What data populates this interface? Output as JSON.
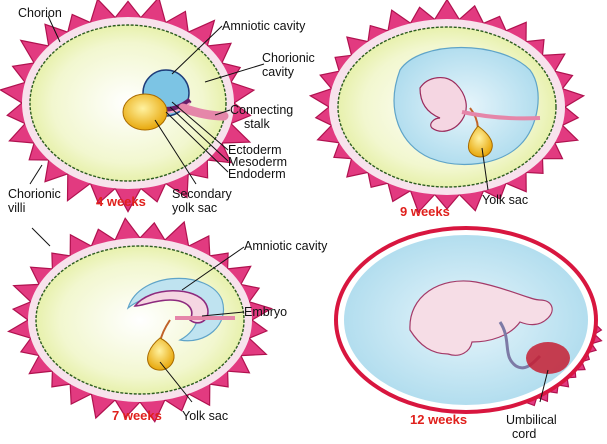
{
  "labels": {
    "chorion": "Chorion",
    "amniotic_cavity_top": "Amniotic cavity",
    "chorionic_cavity_1": "Chorionic",
    "chorionic_cavity_2": "cavity",
    "connecting_stalk_1": "Connecting",
    "connecting_stalk_2": "stalk",
    "ectoderm": "Ectoderm",
    "mesoderm": "Mesoderm",
    "endoderm": "Endoderm",
    "chorionic_villi_1": "Chorionic",
    "chorionic_villi_2": "villi",
    "secondary_yolk_sac_1": "Secondary",
    "secondary_yolk_sac_2": "yolk sac",
    "yolk_sac_9": "Yolk sac",
    "amniotic_cavity_bottom": "Amniotic cavity",
    "embryo": "Embryo",
    "yolk_sac_7": "Yolk sac",
    "umbilical_cord_1": "Umbilical",
    "umbilical_cord_2": "cord"
  },
  "stages": {
    "week4": "4 weeks",
    "week9": "9 weeks",
    "week7": "7 weeks",
    "week12": "12 weeks"
  },
  "colors": {
    "villi_pink": "#e8307a",
    "chorion_cavity": "#eef3c2",
    "amnion_blue": "#bfe3f0",
    "yolk_yellow": "#f2c21b",
    "embryo_pink": "#f3d3de",
    "stage_red": "#e0201c"
  }
}
